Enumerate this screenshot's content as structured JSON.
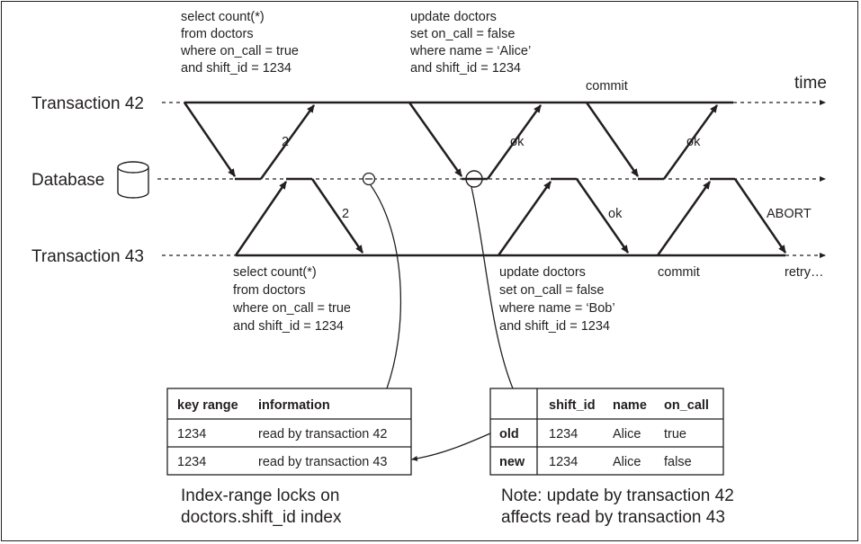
{
  "labels": {
    "txn42": "Transaction 42",
    "txn43": "Transaction 43",
    "database": "Database",
    "time": "time"
  },
  "t42_steps": {
    "q1": [
      "select count(*)",
      "from doctors",
      "where on_call = true",
      "and shift_id = 1234"
    ],
    "q2": [
      "update doctors",
      "set on_call = false",
      "where name = ‘Alice’",
      "and shift_id = 1234"
    ],
    "commit": "commit",
    "r1": "2",
    "r2": "ok",
    "r3": "ok"
  },
  "t43_steps": {
    "q1": [
      "select count(*)",
      "from doctors",
      "where on_call = true",
      "and shift_id = 1234"
    ],
    "q2": [
      "update doctors",
      "set on_call = false",
      "where name = ‘Bob’",
      "and shift_id = 1234"
    ],
    "commit": "commit",
    "retry": "retry…",
    "r1": "2",
    "r2": "ok",
    "r3": "ABORT"
  },
  "lock_table": {
    "headers": [
      "key range",
      "information"
    ],
    "rows": [
      [
        "1234",
        "read by transaction 42"
      ],
      [
        "1234",
        "read by transaction 43"
      ]
    ],
    "caption": [
      "Index-range locks on",
      "doctors.shift_id index"
    ]
  },
  "row_table": {
    "headers": [
      "",
      "shift_id",
      "name",
      "on_call"
    ],
    "rows": [
      [
        "old",
        "1234",
        "Alice",
        "true"
      ],
      [
        "new",
        "1234",
        "Alice",
        "false"
      ]
    ],
    "caption": [
      "Note: update by transaction 42",
      "affects read by transaction 43"
    ]
  }
}
